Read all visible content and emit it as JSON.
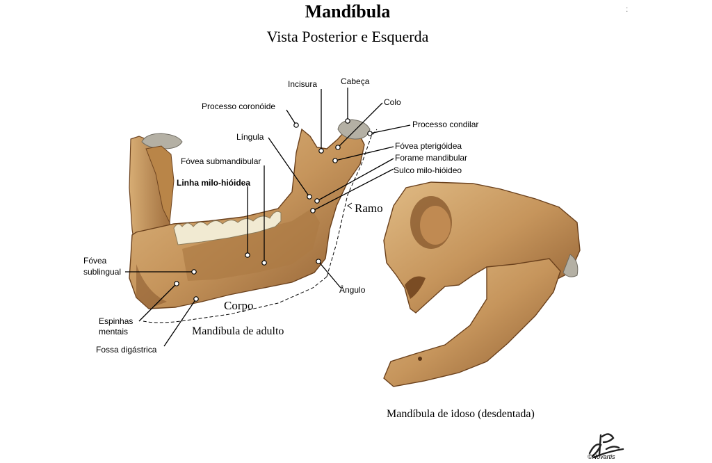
{
  "title": "Mandíbula",
  "subtitle": "Vista Posterior e Esquerda",
  "labels": {
    "incisura": "Incisura",
    "cabeca": "Cabeça",
    "processo_coronoide": "Processo coronóide",
    "colo": "Colo",
    "processo_condilar": "Processo condilar",
    "lingula": "Língula",
    "fovea_pterigoidea": "Fóvea pterigóidea",
    "fovea_submandibular": "Fóvea submandibular",
    "forame_mandibular": "Forame mandibular",
    "sulco_milo_hioideo": "Sulco milo-hióideo",
    "linha_milo_hioidea": "Linha milo-hióidea",
    "ramo": "Ramo",
    "fovea_sublingual_1": "Fóvea",
    "fovea_sublingual_2": "sublingual",
    "angulo": "Ângulo",
    "corpo": "Corpo",
    "espinhas_mentais_1": "Espinhas",
    "espinhas_mentais_2": "mentais",
    "fossa_digastrica": "Fossa digástrica"
  },
  "captions": {
    "adult": "Mandíbula de adulto",
    "elderly": "Mandíbula de idoso (desdentada)"
  },
  "signature": {
    "copyright": "©Novartis"
  },
  "colors": {
    "bone": "#c99a63",
    "bone_dark": "#8a5a2e",
    "bone_light": "#e2c08c",
    "teeth": "#f1ead2",
    "cartilage": "#a8a8a0"
  }
}
